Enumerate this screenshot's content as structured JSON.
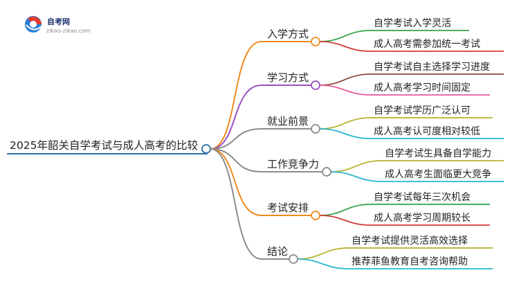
{
  "logo": {
    "title": "自考网",
    "subtitle": "zikao-zikao.com"
  },
  "root": {
    "label": "2025年韶关自学考试与成人高考的比较"
  },
  "branches": [
    {
      "label": "入学方式",
      "color": "#f08a1c",
      "children": [
        {
          "label": "自学考试入学灵活",
          "color": "#2fa24a"
        },
        {
          "label": "成人高考需参加统一考试",
          "color": "#d23a3a"
        }
      ]
    },
    {
      "label": "学习方式",
      "color": "#9b4fc4",
      "children": [
        {
          "label": "自学考试自主选择学习进度",
          "color": "#8b4a3a"
        },
        {
          "label": "成人高考学习时间固定",
          "color": "#e65a9a"
        }
      ]
    },
    {
      "label": "就业前景",
      "color": "#8c8c8c",
      "children": [
        {
          "label": "自学考试学历广泛认可",
          "color": "#b5b22a"
        },
        {
          "label": "成人高考认可度相对较低",
          "color": "#27b6cf"
        }
      ]
    },
    {
      "label": "工作竞争力",
      "color": "#8c8c8c",
      "children": [
        {
          "label": "自学考试生具备自学能力",
          "color": "#b5b22a"
        },
        {
          "label": "成人高考生面临更大竞争",
          "color": "#27b6cf"
        }
      ]
    },
    {
      "label": "考试安排",
      "color": "#f08a1c",
      "children": [
        {
          "label": "自学考试每年三次机会",
          "color": "#2fa24a"
        },
        {
          "label": "成人高考学习周期较长",
          "color": "#d23a3a"
        }
      ]
    },
    {
      "label": "结论",
      "color": "#8c8c8c",
      "children": [
        {
          "label": "自学考试提供灵活高效选择",
          "color": "#b5b22a"
        },
        {
          "label": "推荐菲鱼教育自考咨询帮助",
          "color": "#27b6cf"
        }
      ]
    }
  ],
  "colors": {
    "root_underline": "#2f6fa8",
    "node_fill": "#ffffff"
  }
}
